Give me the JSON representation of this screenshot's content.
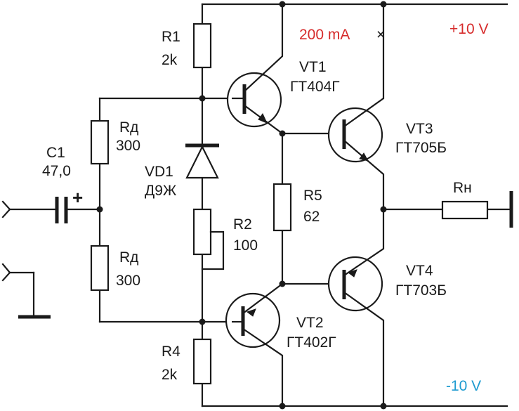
{
  "labels": {
    "r1_name": "R1",
    "r1_value": "2k",
    "rd_top_name": "Rд",
    "rd_top_value": "300",
    "c1_name": "C1",
    "c1_value": "47,0",
    "c1_plus": "+",
    "vd1_name": "VD1",
    "vd1_type": "Д9Ж",
    "rd_bot_name": "Rд",
    "rd_bot_value": "300",
    "r2_name": "R2",
    "r2_value": "100",
    "r4_name": "R4",
    "r4_value": "2k",
    "vt1_name": "VT1",
    "vt1_type": "ГТ404Г",
    "vt2_name": "VT2",
    "vt2_type": "ГТ402Г",
    "r5_name": "R5",
    "r5_value": "62",
    "vt3_name": "VT3",
    "vt3_type": "ГТ705Б",
    "vt4_name": "VT4",
    "vt4_type": "ГТ703Б",
    "rn_name": "Rн",
    "current": "200 mA",
    "break_mark": "×",
    "vplus": "+10 V",
    "vminus": "-10 V"
  },
  "colors": {
    "wire": "#1a1a1a",
    "vplus": "#d62b2b",
    "current": "#d62b2b",
    "vminus": "#1e9bd0"
  }
}
